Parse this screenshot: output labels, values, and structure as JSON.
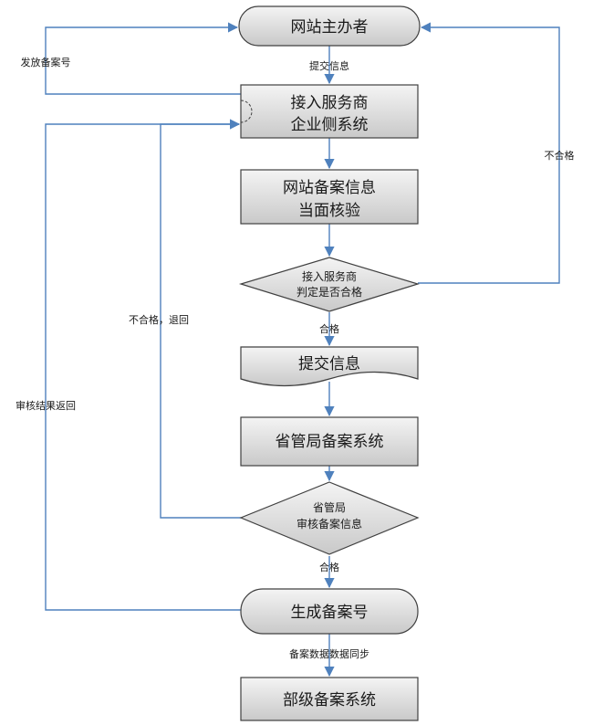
{
  "nodes": {
    "sponsor": "网站主办者",
    "isp_line1": "接入服务商",
    "isp_line2": "企业侧系统",
    "verify_line1": "网站备案信息",
    "verify_line2": "当面核验",
    "isp_judge_line1": "接入服务商",
    "isp_judge_line2": "判定是否合格",
    "submit": "提交信息",
    "province_system": "省管局备案系统",
    "province_review_line1": "省管局",
    "province_review_line2": "审核备案信息",
    "generate": "生成备案号",
    "ministry": "部级备案系统"
  },
  "edges": {
    "submit_info": "提交信息",
    "issue_number": "发放备案号",
    "fail_right": "不合格",
    "pass1": "合格",
    "fail_return": "不合格，退回",
    "review_return": "审核结果返回",
    "pass2": "合格",
    "sync": "备案数据数据同步"
  },
  "colors": {
    "box_fill_top": "#f2f2f2",
    "box_fill_bottom": "#c8c8c8",
    "border": "#404040",
    "line": "#4f81bd"
  }
}
